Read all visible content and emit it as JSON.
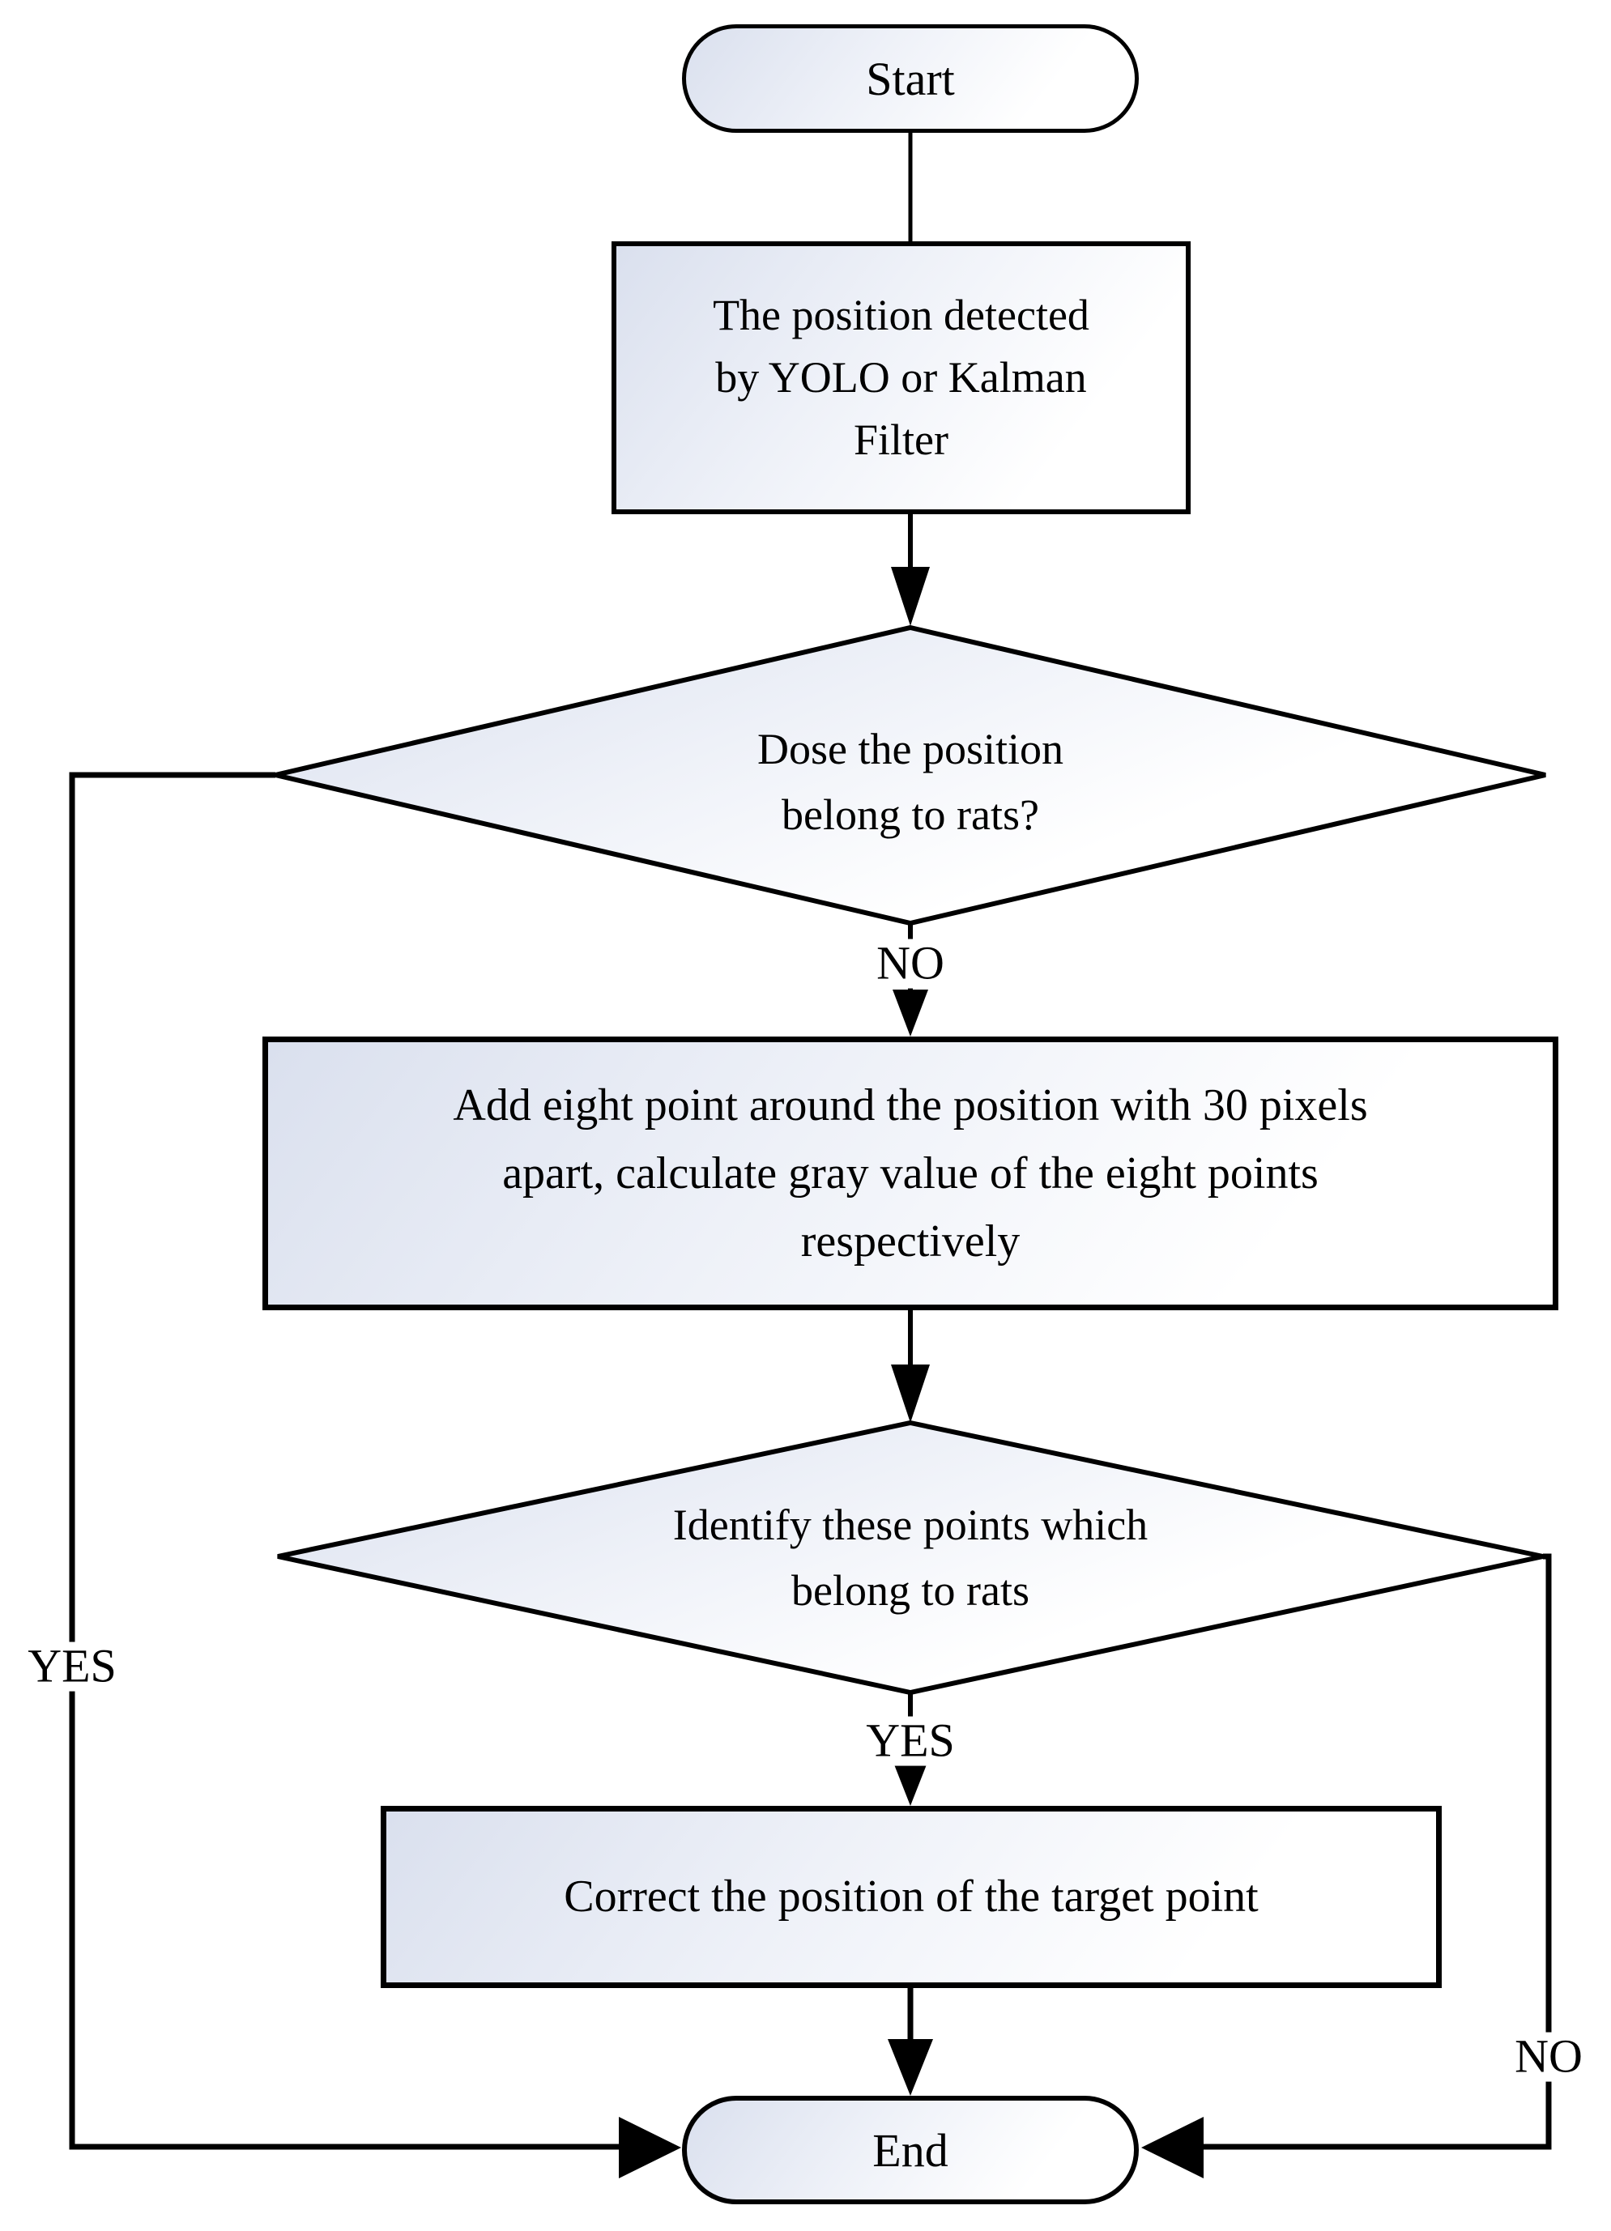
{
  "nodes": {
    "start": {
      "label": "Start",
      "type": "terminator"
    },
    "detect": {
      "type": "process",
      "lines": [
        "The position detected",
        "by YOLO or Kalman",
        "Filter"
      ]
    },
    "decision_rat": {
      "type": "decision",
      "lines": [
        "Dose the position",
        "belong to rats?"
      ]
    },
    "add_points": {
      "type": "process",
      "lines": [
        "Add eight point around the position with 30 pixels",
        "apart, calculate gray value of the eight points",
        "respectively"
      ]
    },
    "identify": {
      "type": "decision",
      "lines": [
        "Identify these points which",
        "belong to rats"
      ]
    },
    "correct": {
      "type": "process",
      "label": "Correct the position of the target point"
    },
    "end": {
      "label": "End",
      "type": "terminator"
    }
  },
  "edge_labels": {
    "decision_rat_no": "NO",
    "decision_rat_yes": "YES",
    "identify_yes": "YES",
    "identify_no": "NO"
  },
  "edges": [
    {
      "from": "start",
      "to": "detect",
      "label": ""
    },
    {
      "from": "detect",
      "to": "decision_rat",
      "label": ""
    },
    {
      "from": "decision_rat",
      "to": "add_points",
      "label": "NO"
    },
    {
      "from": "decision_rat",
      "to": "end",
      "label": "YES"
    },
    {
      "from": "add_points",
      "to": "identify",
      "label": ""
    },
    {
      "from": "identify",
      "to": "correct",
      "label": "YES"
    },
    {
      "from": "identify",
      "to": "end",
      "label": "NO"
    },
    {
      "from": "correct",
      "to": "end",
      "label": ""
    }
  ],
  "colors": {
    "stroke": "#000000",
    "fill_gradient_start": "#dae0ee",
    "fill_gradient_end": "#ffffff",
    "background": "#ffffff",
    "text": "#000000"
  }
}
